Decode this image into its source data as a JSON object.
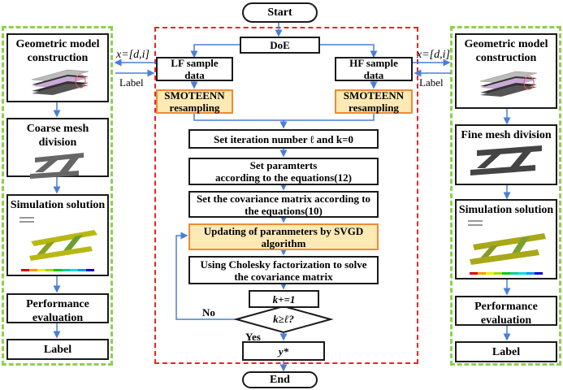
{
  "flow": {
    "start": "Start",
    "end": "End",
    "doe": "DoE",
    "lf_data": "LF sample data",
    "hf_data": "HF sample data",
    "smoteenn": "SMOTEENN resampling",
    "set_iter": "Set iteration number ℓ and k=0",
    "set_params_l1": "Set paramterts",
    "set_params_l2": "according to the  equations(12)",
    "set_cov_l1": "Set the covariance matrix according to",
    "set_cov_l2": "the  equations(10)",
    "svgd_l1": "Updating of paranmeters by SVGD",
    "svgd_l2": "algorithm",
    "cholesky_l1": "Using Cholesky factorization to solve",
    "cholesky_l2": "the covariance matrix",
    "increment": "k+=1",
    "decision": "k≥ℓ?",
    "no": "No",
    "yes": "Yes",
    "output": "y*"
  },
  "io": {
    "x_label": "x=[d,i]",
    "label_text": "Label"
  },
  "left_panel": {
    "geo_l1": "Geometric model",
    "geo_l2": "construction",
    "mesh": "Coarse mesh division",
    "sim": "Simulation solution",
    "perf_l1": "Performance",
    "perf_l2": "evaluation",
    "label": "Label"
  },
  "right_panel": {
    "geo_l1": "Geometric model",
    "geo_l2": "construction",
    "mesh": "Fine mesh division",
    "sim": "Simulation solution",
    "perf_l1": "Performance",
    "perf_l2": "evaluation",
    "label": "Label"
  },
  "colors": {
    "arrow": "#4a7fd6",
    "main_frame": "#ee2222",
    "side_panel": "#8ed14a",
    "highlight_fill": "#fde9b4",
    "highlight_border": "#ee8b33"
  }
}
